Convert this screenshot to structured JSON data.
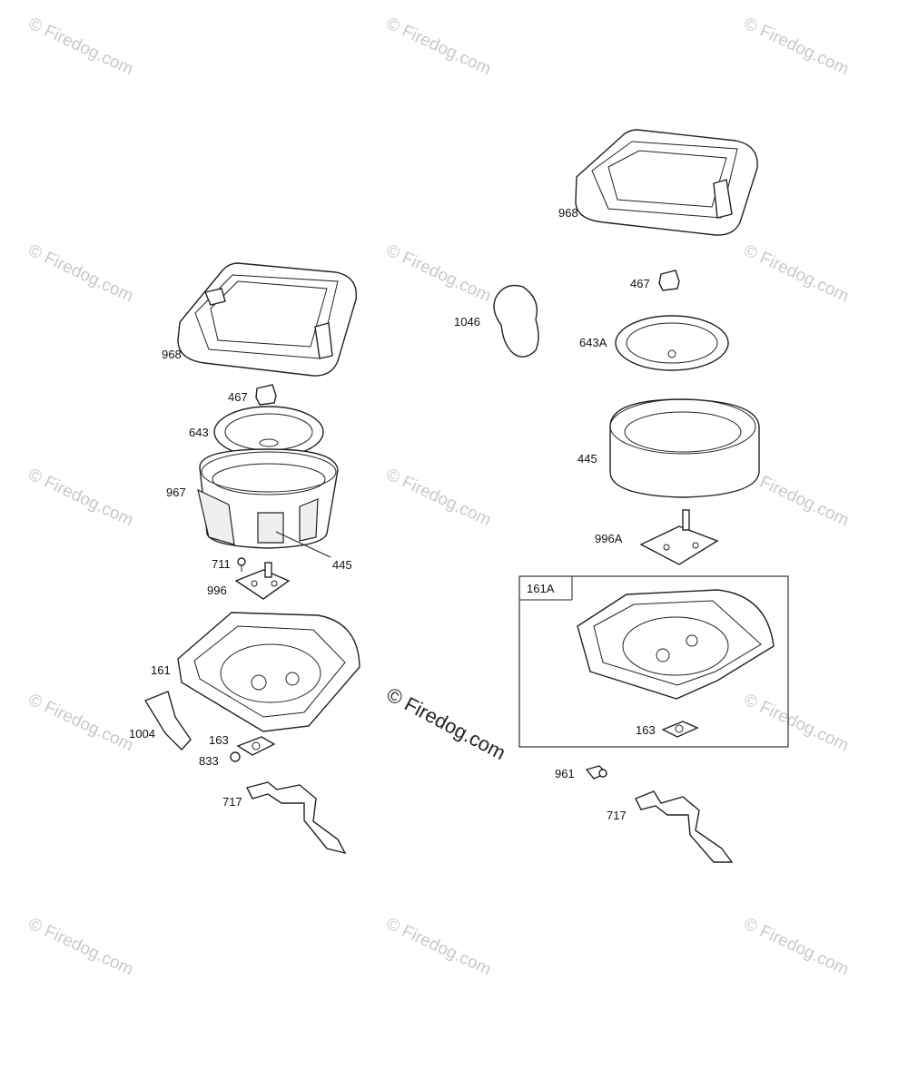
{
  "watermark": {
    "text": "© Firedog.com",
    "center_text": "© Firedog.com"
  },
  "box": {
    "label": "161A"
  },
  "labels": {
    "l968": "968",
    "l467": "467",
    "l643": "643",
    "l967": "967",
    "l445": "445",
    "l711": "711",
    "l996": "996",
    "l161": "161",
    "l1004": "1004",
    "l163": "163",
    "l833": "833",
    "l717": "717",
    "r968": "968",
    "r1046": "1046",
    "r467": "467",
    "r643A": "643A",
    "r445": "445",
    "r996A": "996A",
    "r163": "163",
    "r961": "961",
    "r717": "717"
  }
}
